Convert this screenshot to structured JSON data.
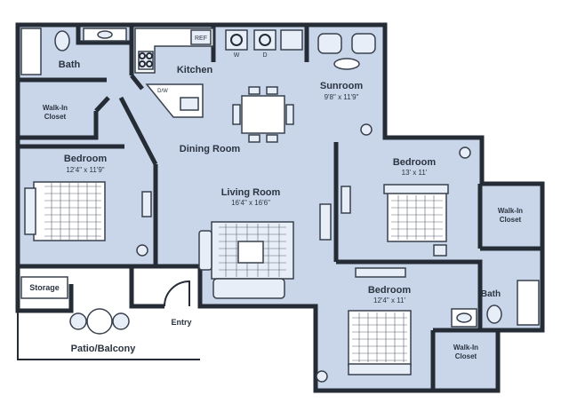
{
  "rooms": {
    "bath_top": "Bath",
    "kitchen": "Kitchen",
    "sunroom": "Sunroom",
    "sunroom_dim": "9'8\" x 11'9\"",
    "walkin_left": "Walk-In\nCloset",
    "bedroom_left": "Bedroom",
    "bedroom_left_dim": "12'4\" x 11'9\"",
    "dining": "Dining Room",
    "living": "Living Room",
    "living_dim": "16'4\" x 16'6\"",
    "bedroom_right": "Bedroom",
    "bedroom_right_dim": "13' x 11'",
    "walkin_right": "Walk-In\nCloset",
    "storage": "Storage",
    "bedroom_bottom": "Bedroom",
    "bedroom_bottom_dim": "12'4\" x 11'",
    "bath_right": "Bath",
    "entry": "Entry",
    "patio": "Patio/Balcony",
    "walkin_bottom": "Walk-In\nCloset"
  },
  "appliance_labels": {
    "refrigerator": "REF",
    "dishwasher": "D/W",
    "washer": "W",
    "dryer": "D"
  }
}
